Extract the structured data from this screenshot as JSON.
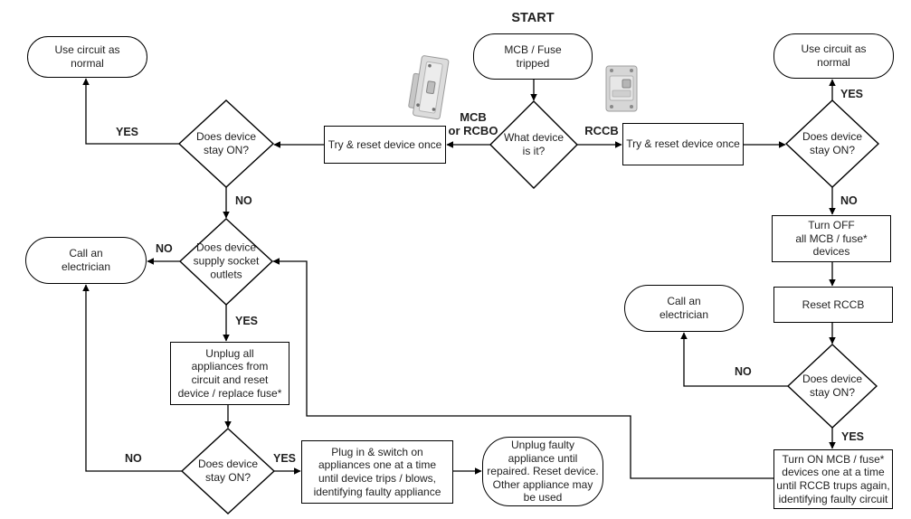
{
  "title": "START",
  "colors": {
    "line": "#000000",
    "text": "#1f1f1f",
    "background": "#ffffff",
    "device_gray": "#d6d6d6"
  },
  "nodes": {
    "tripped": "MCB / Fuse\ntripped",
    "what_device": "What device\nis it?",
    "try_reset_left": "Try & reset device once",
    "try_reset_right": "Try & reset device once",
    "stay_on_l1": "Does device\nstay ON?",
    "use_normal_l": "Use circuit as\nnormal",
    "supply_socket": "Does device\nsupply socket\noutlets",
    "call_electrician_l": "Call an\nelectrician",
    "unplug_all": "Unplug all\nappliances from\ncircuit and reset\ndevice / replace fuse*",
    "stay_on_l2": "Does device\nstay ON?",
    "plug_in": "Plug in & switch on\nappliances one at a time\nuntil device trips / blows,\nidentifying faulty appliance",
    "unplug_faulty": "Unplug faulty\nappliance until\nrepaired. Reset device.\nOther appliance may\nbe used",
    "stay_on_r1": "Does device\nstay ON?",
    "use_normal_r": "Use circuit as\nnormal",
    "turn_off": "Turn OFF\nall MCB / fuse*\ndevices",
    "reset_rccb": "Reset RCCB",
    "call_electrician_r": "Call an\nelectrician",
    "stay_on_r2": "Does device\nstay ON?",
    "turn_on": "Turn ON MCB / fuse*\ndevices one at a time\nuntil RCCB trups again,\nidentifying faulty circuit"
  },
  "branch_labels": {
    "mcb_rcbo": "MCB\nor RCBO",
    "rccb": "RCCB"
  },
  "edge_labels": {
    "l1_yes": "YES",
    "l1_no": "NO",
    "l2_no": "NO",
    "l2_yes": "YES",
    "l3_no": "NO",
    "l3_yes": "YES",
    "r1_yes": "YES",
    "r1_no": "NO",
    "r2_no": "NO",
    "r2_yes": "YES"
  },
  "icons": {
    "mcb_photo": "mcb-device-photo",
    "rccb_photo": "rccb-device-photo"
  }
}
